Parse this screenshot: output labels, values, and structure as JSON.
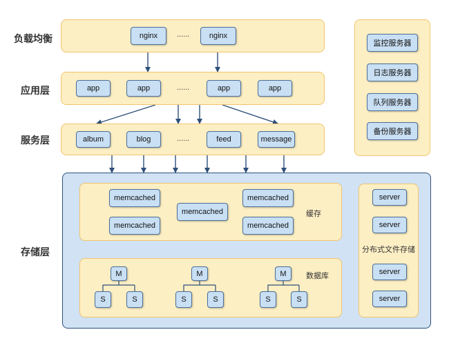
{
  "layers": {
    "load_balance": "负载均衡",
    "application": "应用层",
    "service": "服务层",
    "storage": "存储层"
  },
  "lb": {
    "nodes": [
      "nginx",
      "nginx"
    ],
    "ellipsis": "......"
  },
  "app": {
    "nodes": [
      "app",
      "app",
      "app",
      "app"
    ],
    "ellipsis": "......"
  },
  "svc": {
    "nodes": [
      "album",
      "blog",
      "feed",
      "message"
    ],
    "ellipsis": "......"
  },
  "monitor": {
    "nodes": [
      "监控服务器",
      "日志服务器",
      "队列服务器",
      "备份服务器"
    ]
  },
  "cache": {
    "label": "缓存",
    "nodes": [
      "memcached",
      "memcached",
      "memcached",
      "memcached",
      "memcached"
    ]
  },
  "db": {
    "label": "数据库",
    "groups": [
      {
        "master": "M",
        "slaves": [
          "S",
          "S"
        ]
      },
      {
        "master": "M",
        "slaves": [
          "S",
          "S"
        ]
      },
      {
        "master": "M",
        "slaves": [
          "S",
          "S"
        ]
      }
    ]
  },
  "dfs": {
    "label": "分布式文件存储",
    "nodes": [
      "server",
      "server",
      "server",
      "server"
    ]
  },
  "colors": {
    "tier_fill": "#fdefc4",
    "tier_border": "#f1c46d",
    "node_fill": "#c9dff3",
    "node_border": "#4a6f99",
    "storage_fill": "#d0e2f3",
    "storage_border": "#2e4f79",
    "arrow": "#2e4f79"
  }
}
